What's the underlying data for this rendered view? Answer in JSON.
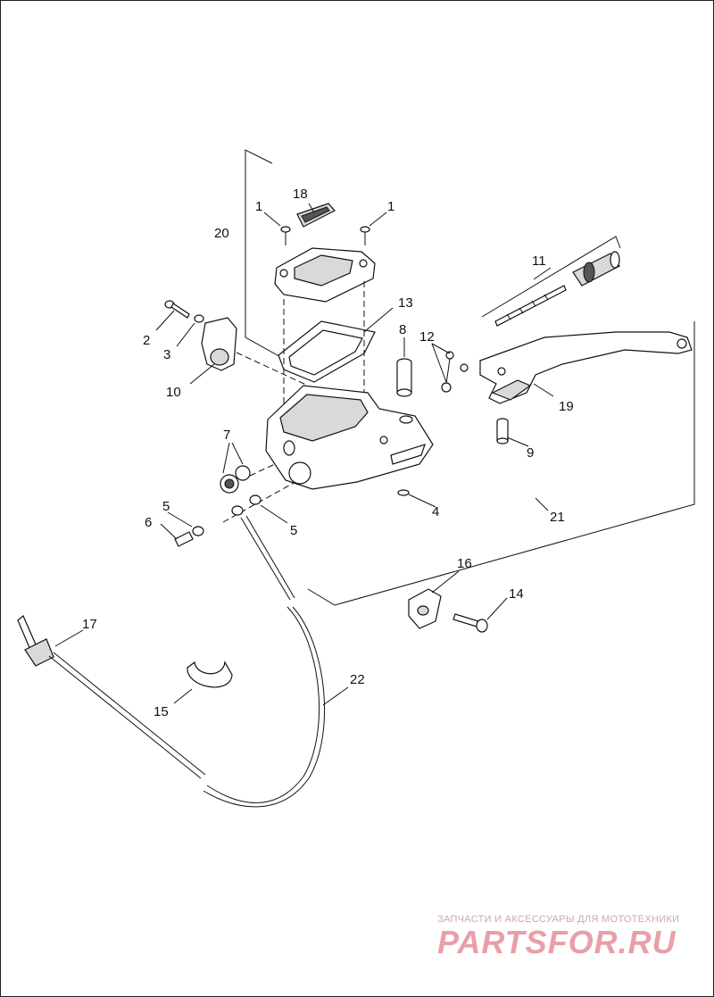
{
  "diagram": {
    "callouts": {
      "c1a": "1",
      "c1b": "1",
      "c2": "2",
      "c3": "3",
      "c4": "4",
      "c5a": "5",
      "c5b": "5",
      "c6": "6",
      "c7": "7",
      "c8": "8",
      "c9": "9",
      "c10": "10",
      "c11": "11",
      "c12": "12",
      "c13": "13",
      "c14": "14",
      "c15": "15",
      "c16": "16",
      "c17": "17",
      "c18": "18",
      "c19": "19",
      "c20": "20",
      "c21": "21",
      "c22": "22"
    }
  },
  "watermark": {
    "tagline": "ЗАПЧАСТИ И АКСЕССУАРЫ ДЛЯ МОТОТЕХНИКИ",
    "logo": "PARTSFOR.RU",
    "logo_color": "#e8a0a8"
  }
}
